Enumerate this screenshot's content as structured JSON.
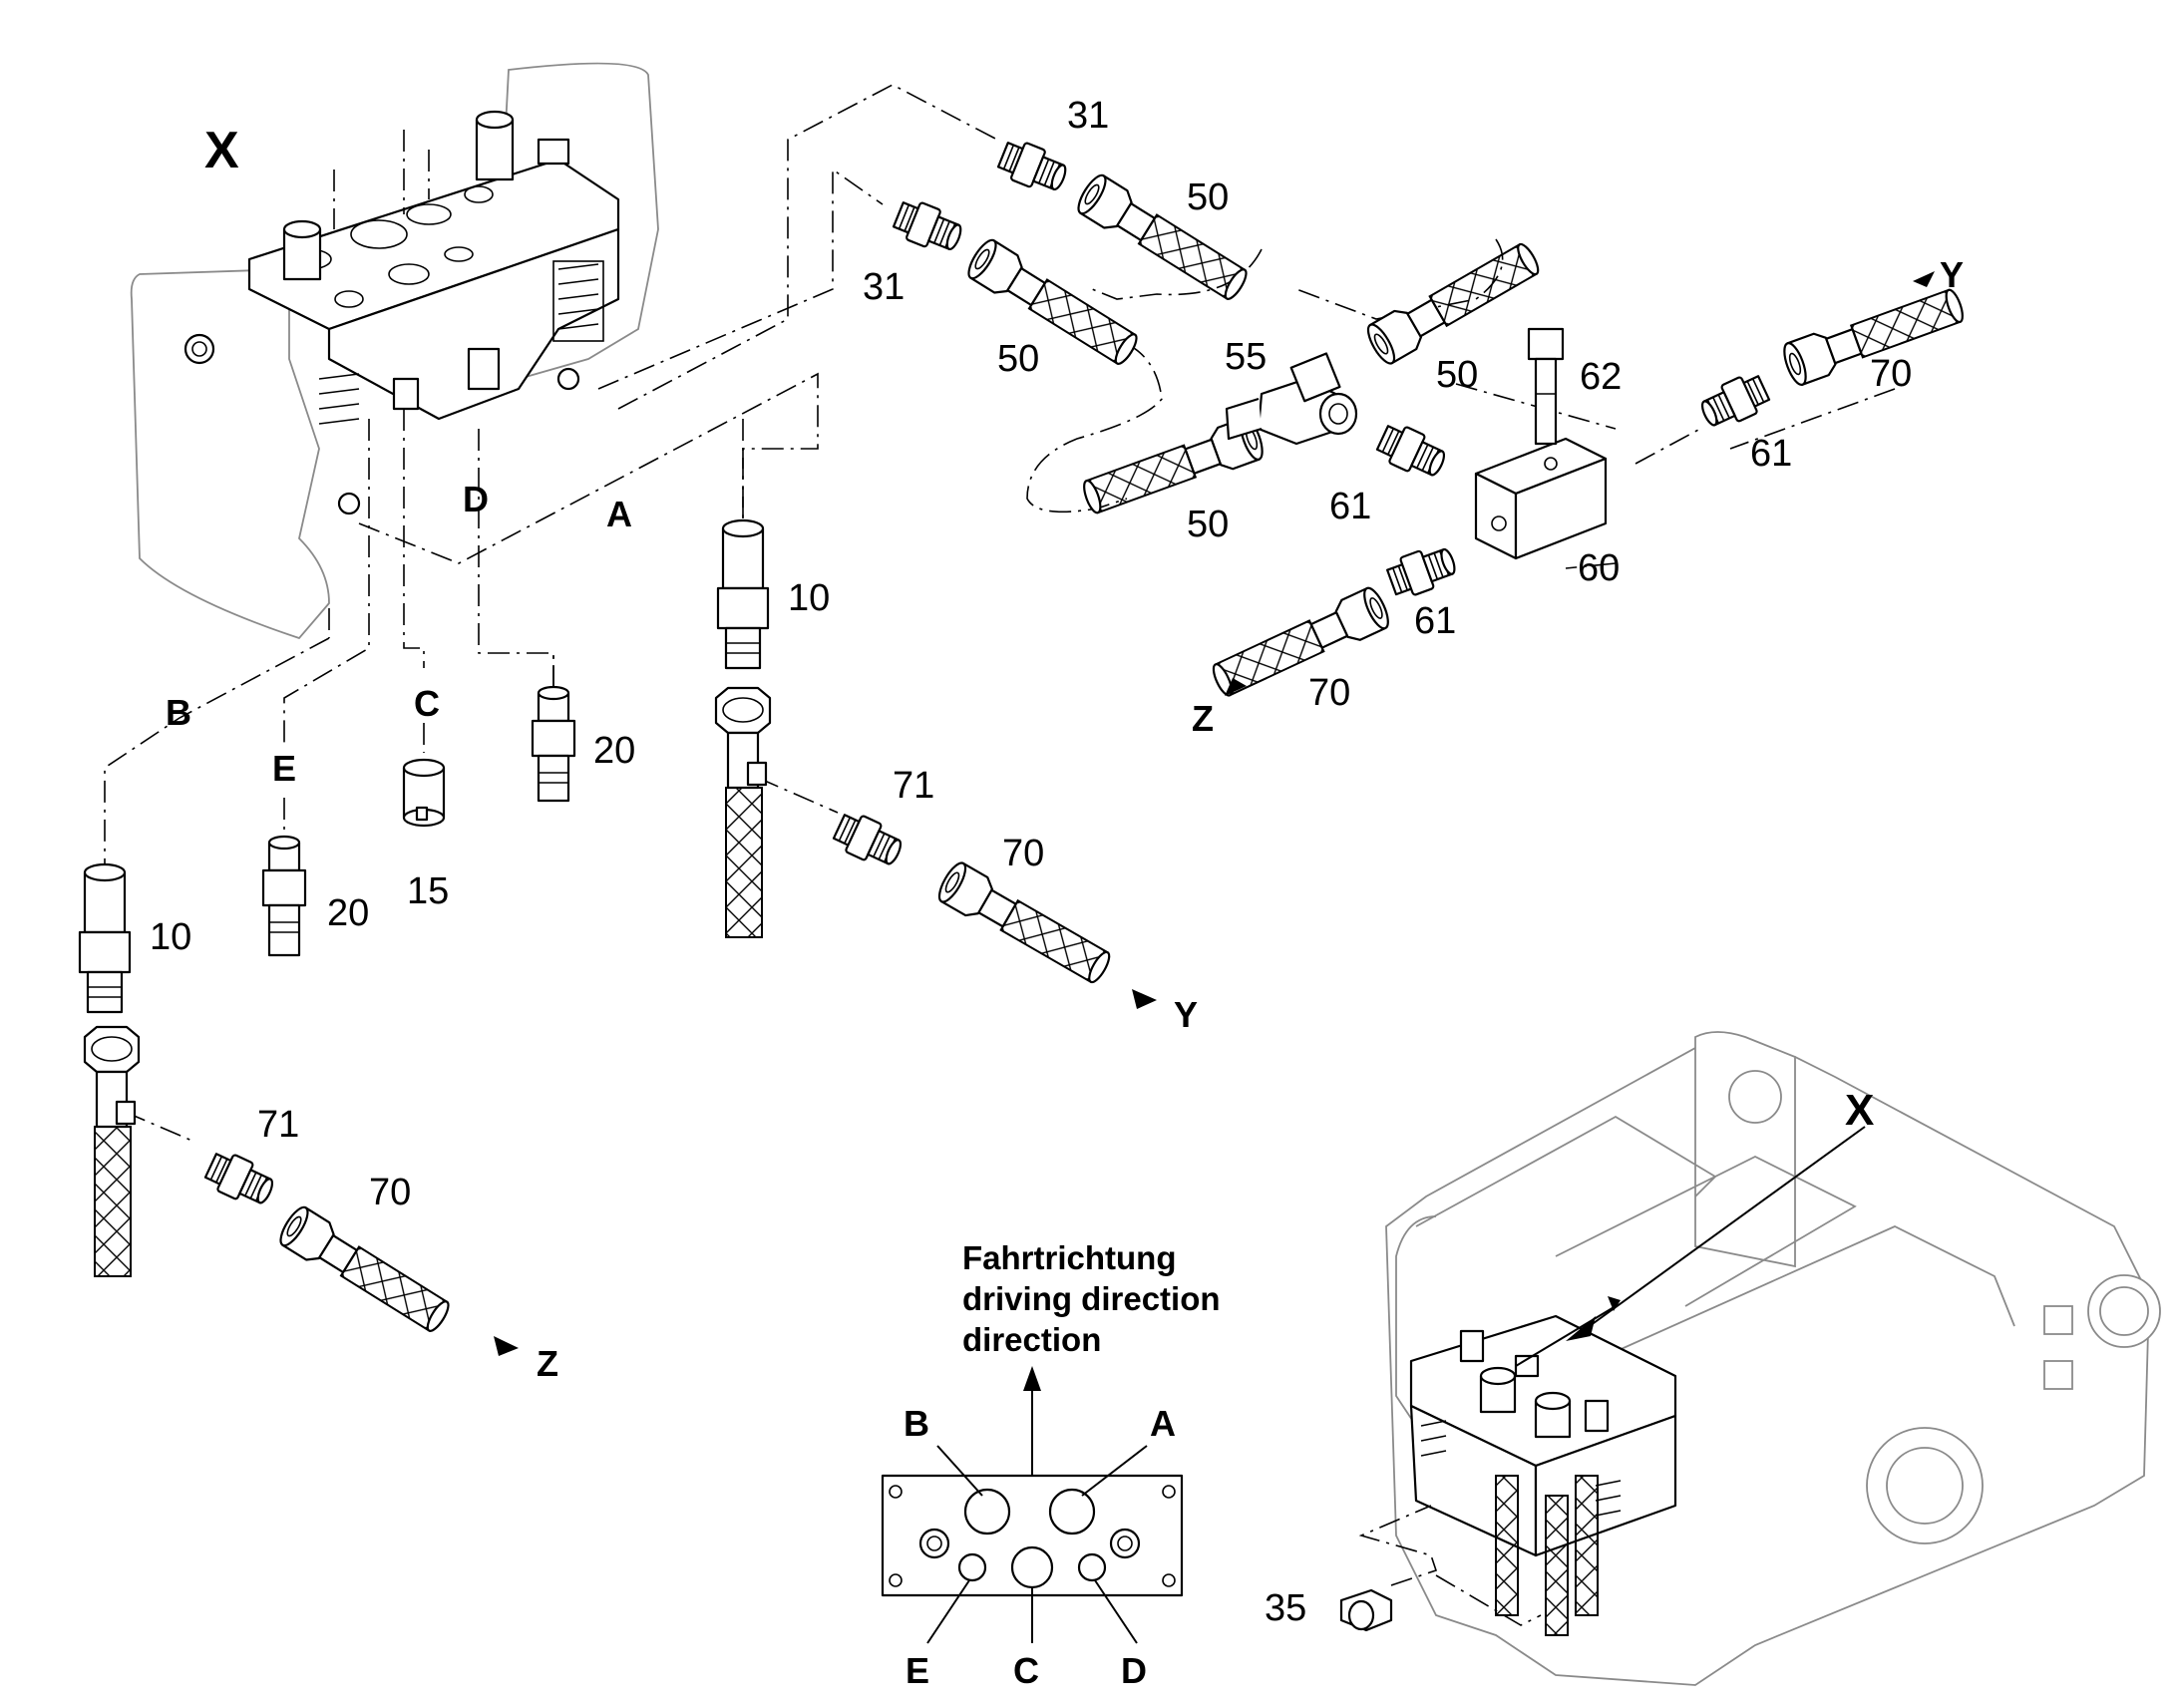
{
  "view_labels": {
    "main": "X",
    "detail": "X"
  },
  "port_letters": {
    "a": "A",
    "b": "B",
    "c": "C",
    "d": "D",
    "e": "E"
  },
  "outlet_letters": {
    "y": "Y",
    "z": "Z"
  },
  "parts": {
    "p10": "10",
    "p15": "15",
    "p20": "20",
    "p31": "31",
    "p35": "35",
    "p50": "50",
    "p55": "55",
    "p60": "60",
    "p61": "61",
    "p62": "62",
    "p70": "70",
    "p71": "71"
  },
  "direction": {
    "line1": "Fahrtrichtung",
    "line2": "driving direction",
    "line3": "direction"
  }
}
